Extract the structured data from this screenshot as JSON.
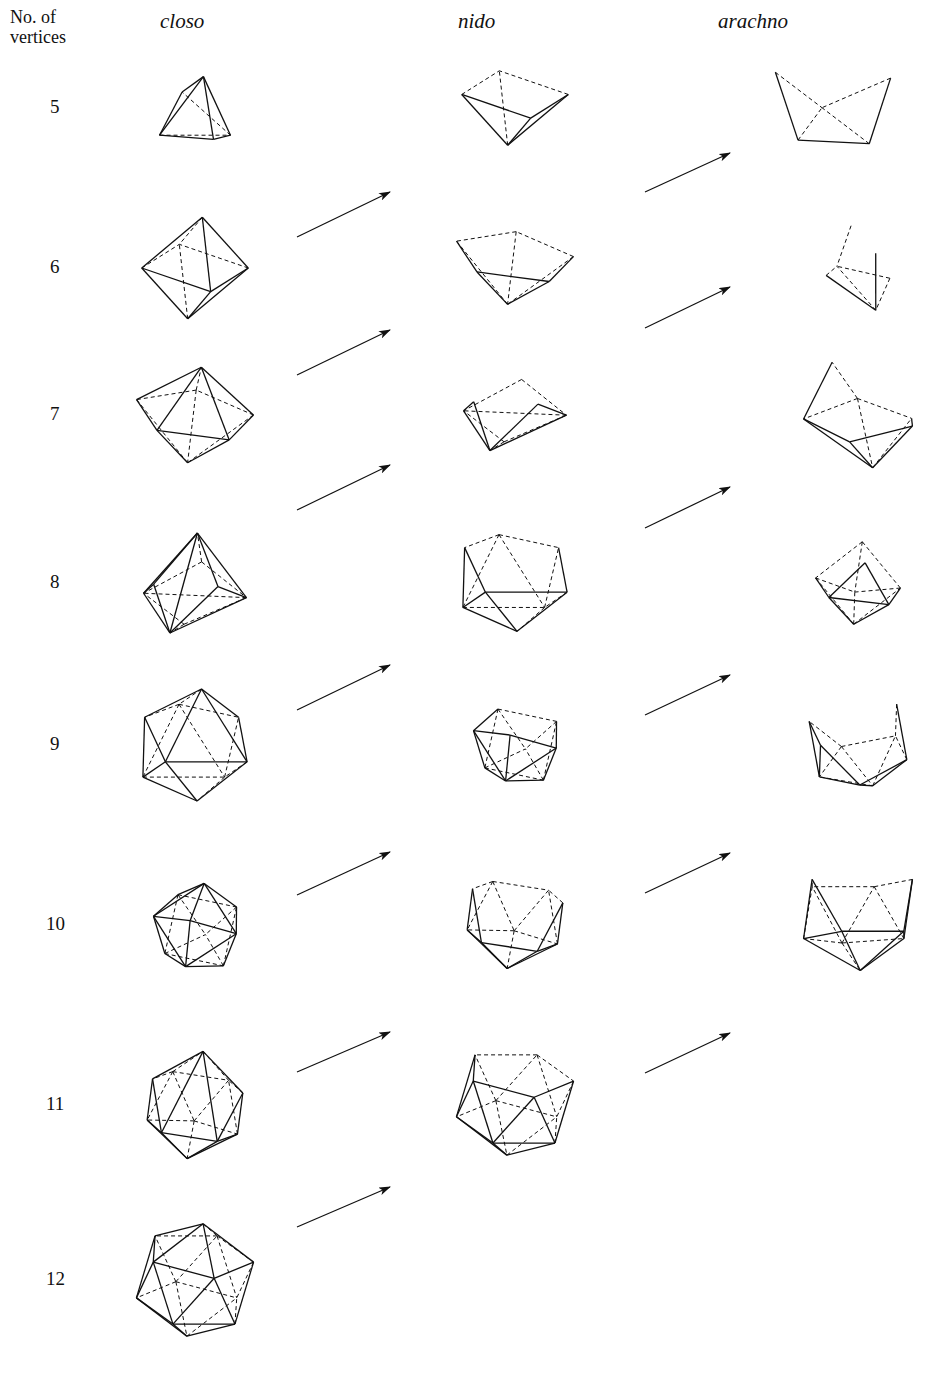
{
  "diagram": {
    "labels": [
      "No. of vertices",
      "closo",
      "nido",
      "arachno",
      "5",
      "6",
      "7",
      "8",
      "9",
      "10",
      "11",
      "12"
    ]
  }
}
